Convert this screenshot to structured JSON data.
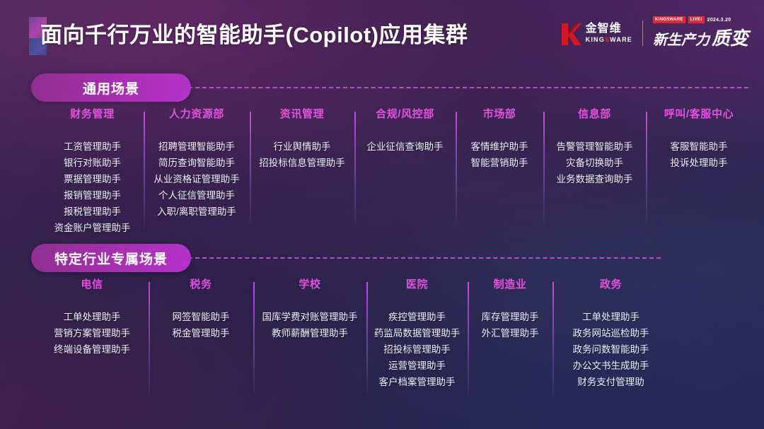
{
  "header": {
    "title": "面向千行万业的智能助手(Copilot)应用集群",
    "brand": {
      "logo_cn": "金智维",
      "logo_en_pre": "KING",
      "logo_en_s": "S",
      "logo_en_post": "WARE",
      "event_chip_1": "KINGSWARE",
      "event_chip_2": "LIVE!",
      "event_date": "2024.3.20",
      "event_title_a": "新生产力",
      "event_title_b": "质变"
    }
  },
  "colors": {
    "accent_pink": "#e44de0",
    "pill_gradient_start": "#8e2f8e",
    "pill_gradient_end": "#b232c8",
    "dash_line": "#b94fc8",
    "item_text": "#eef0f8",
    "brand_red": "#e0232e"
  },
  "sections": [
    {
      "badge": "通用场景",
      "columns": [
        {
          "header": "财务管理",
          "items": [
            "工资管理助手",
            "银行对账助手",
            "票据管理助手",
            "报销管理助手",
            "报税管理助手",
            "资金账户管理助手"
          ]
        },
        {
          "header": "人力资源部",
          "items": [
            "招聘管理智能助手",
            "简历查询智能助手",
            "从业资格证管理助手",
            "个人征信管理助手",
            "入职/离职管理助手"
          ]
        },
        {
          "header": "资讯管理",
          "items": [
            "行业舆情助手",
            "招投标信息管理助手"
          ]
        },
        {
          "header": "合规/风控部",
          "items": [
            "企业征信查询助手"
          ]
        },
        {
          "header": "市场部",
          "items": [
            "客情维护助手",
            "智能营销助手"
          ]
        },
        {
          "header": "信息部",
          "items": [
            "告警管理智能助手",
            "灾备切换助手",
            "业务数据查询助手"
          ]
        },
        {
          "header": "呼叫/客服中心",
          "items": [
            "客服智能助手",
            "投诉处理助手"
          ]
        }
      ]
    },
    {
      "badge": "特定行业专属场景",
      "columns": [
        {
          "header": "电信",
          "items": [
            "工单处理助手",
            "营销方案管理助手",
            "终端设备管理助手"
          ]
        },
        {
          "header": "税务",
          "items": [
            "网签智能助手",
            "税金管理助手"
          ]
        },
        {
          "header": "学校",
          "items": [
            "国库学费对账管理助手",
            "教师薪酬管理助手"
          ]
        },
        {
          "header": "医院",
          "items": [
            "疾控管理助手",
            "药监局数据管理助手",
            "招投标管理助手",
            "运营管理助手",
            "客户档案管理助手"
          ]
        },
        {
          "header": "制造业",
          "items": [
            "库存管理助手",
            "外汇管理助手"
          ]
        },
        {
          "header": "政务",
          "items": [
            "工单处理助手",
            "政务网站巡检助手",
            "政务问数智能助手",
            "办公文书生成助手",
            "财务支付管理助"
          ]
        }
      ]
    }
  ]
}
